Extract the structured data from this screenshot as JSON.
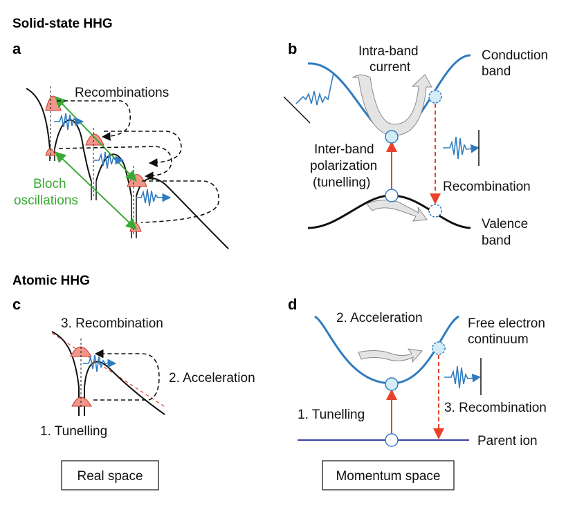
{
  "sections": {
    "solid_state": "Solid-state HHG",
    "atomic": "Atomic HHG"
  },
  "panels": {
    "a": {
      "letter": "a",
      "recombinations": "Recombinations",
      "bloch_line1": "Bloch",
      "bloch_line2": "oscillations"
    },
    "b": {
      "letter": "b",
      "intraband_line1": "Intra-band",
      "intraband_line2": "current",
      "conduction_line1": "Conduction",
      "conduction_line2": "band",
      "interband_line1": "Inter-band",
      "interband_line2": "polarization",
      "interband_line3": "(tunelling)",
      "recombination": "Recombination",
      "valence_line1": "Valence",
      "valence_line2": "band"
    },
    "c": {
      "letter": "c",
      "recombination": "3. Recombination",
      "acceleration": "2. Acceleration",
      "tunelling": "1. Tunelling"
    },
    "d": {
      "letter": "d",
      "acceleration": "2. Acceleration",
      "continuum_line1": "Free electron",
      "continuum_line2": "continuum",
      "recombination": "3. Recombination",
      "tunelling": "1. Tunelling",
      "parent_ion": "Parent ion"
    }
  },
  "space_labels": {
    "real": "Real space",
    "momentum": "Momentum space"
  },
  "colors": {
    "band_blue": "#2f7bbf",
    "arrow_red": "#e8432a",
    "bloch_green": "#3aaa35",
    "packet_pink": "#f2958a",
    "ion_line": "#3a3fa8",
    "bubble_fill": "#d3ecf6"
  }
}
